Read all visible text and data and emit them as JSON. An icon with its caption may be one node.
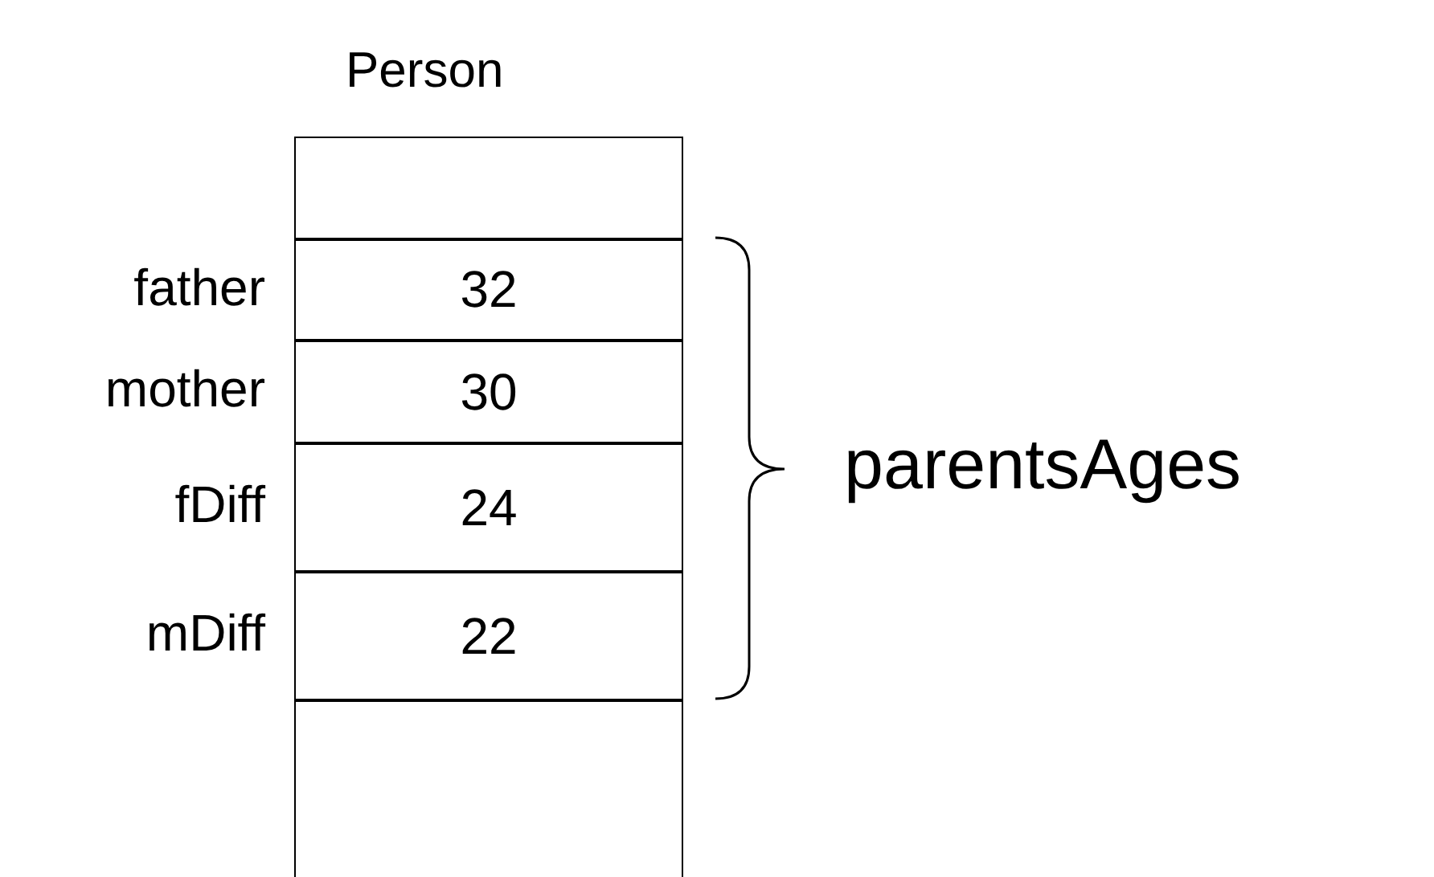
{
  "diagram": {
    "title": "Person",
    "nodes": [
      {
        "text": [],
        "shape": "box"
      },
      {
        "text": [
          "32"
        ],
        "beside": [
          "father"
        ]
      },
      {
        "text": [
          "30"
        ],
        "beside": [
          "mother"
        ]
      },
      {
        "text": [
          "24"
        ],
        "beside": [
          "fDiff"
        ]
      },
      {
        "text": [
          "22"
        ],
        "beside": [
          "mDiff"
        ]
      },
      {
        "text": [],
        "shape": "box"
      }
    ],
    "edges": [],
    "labels": [
      "parentsAges"
    ]
  }
}
